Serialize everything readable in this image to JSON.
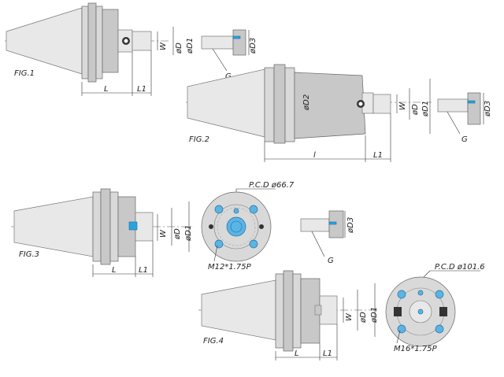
{
  "fig1": {
    "caption": "FIG.1",
    "L": "L",
    "L1": "L1",
    "W": "W",
    "D": "øD",
    "D1": "øD1"
  },
  "detail1": {
    "D3": "øD3",
    "G": "G"
  },
  "fig2": {
    "caption": "FIG.2",
    "l": "l",
    "L1": "L1",
    "W": "W",
    "D": "øD",
    "D1": "øD1",
    "D2": "øD2"
  },
  "detail2": {
    "D3": "øD3",
    "G": "G"
  },
  "fig3": {
    "caption": "FIG.3",
    "L": "L",
    "L1": "L1",
    "W": "W",
    "D": "øD",
    "D1": "øD1"
  },
  "flange1": {
    "pcd": "P.C.D ø66.7",
    "thread": "M12*1.75P"
  },
  "detail3": {
    "D3": "øD3",
    "G": "G"
  },
  "fig4": {
    "caption": "FIG.4",
    "L": "L",
    "L1": "L1",
    "W": "W",
    "D": "øD",
    "D1": "øD1"
  },
  "flange2": {
    "pcd": "P.C.D ø101.6",
    "thread": "M16*1.75P"
  },
  "colors": {
    "accent_blue": "#29a3e0",
    "body_gray": "#d9d9d9"
  }
}
